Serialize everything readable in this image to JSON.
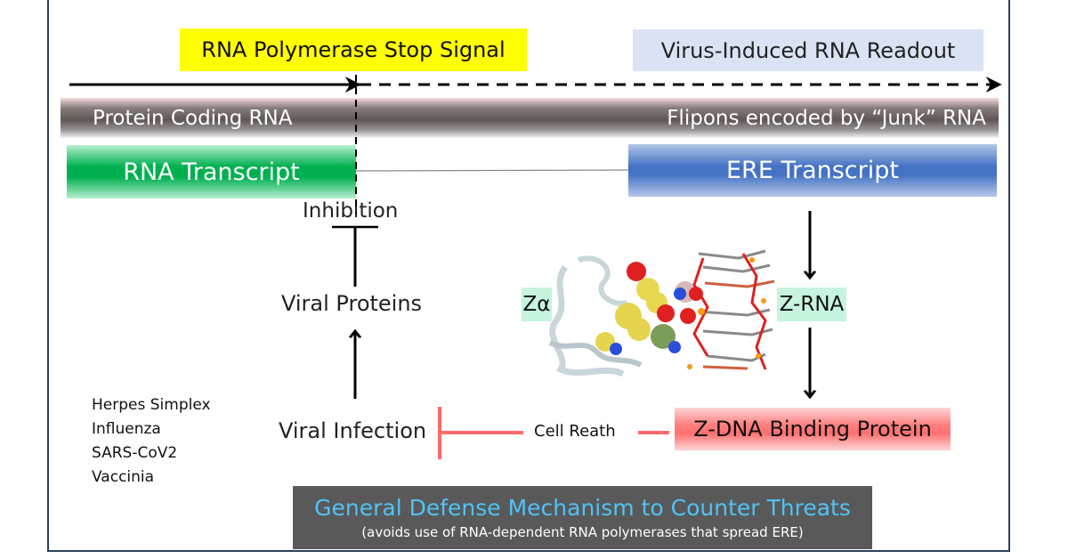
{
  "header": {
    "stop_signal": "RNA Polymerase Stop Signal",
    "readout": "Virus-Induced RNA Readout"
  },
  "band": {
    "left_label": "Protein Coding  RNA",
    "right_label": "Flipons encoded by “Junk” RNA"
  },
  "transcripts": {
    "rna": "RNA Transcript",
    "ere": "ERE  Transcript"
  },
  "left_pathway": {
    "inhibition": "Inhibition",
    "viral_proteins": "Viral Proteins",
    "viral_infection": "Viral Infection"
  },
  "viruses": [
    "Herpes Simplex",
    "Influenza",
    "SARS-CoV2",
    "Vaccinia"
  ],
  "right_pathway": {
    "zalpha": "Zα",
    "zrna": "Z-RNA",
    "zdbp": "Z-DNA Binding Protein",
    "cell_death": "Cell Reath"
  },
  "footer": {
    "title": "General Defense Mechanism to Counter Threats",
    "subtitle": "(avoids use of RNA-dependent RNA polymerases that spread ERE)"
  },
  "colors": {
    "stop_signal_bg": "#ffff00",
    "readout_bg": "#dae3f3",
    "rna_transcript": "#00b050",
    "ere_transcript": "#4472c4",
    "zdbp": "#ff7070",
    "inhibit_red": "#ff6b6b",
    "footer_bg": "#595959",
    "footer_title": "#4fc3f7",
    "label_green": "#c6f4de"
  },
  "image": {
    "structure_icon": "protein-zrna-complex"
  }
}
